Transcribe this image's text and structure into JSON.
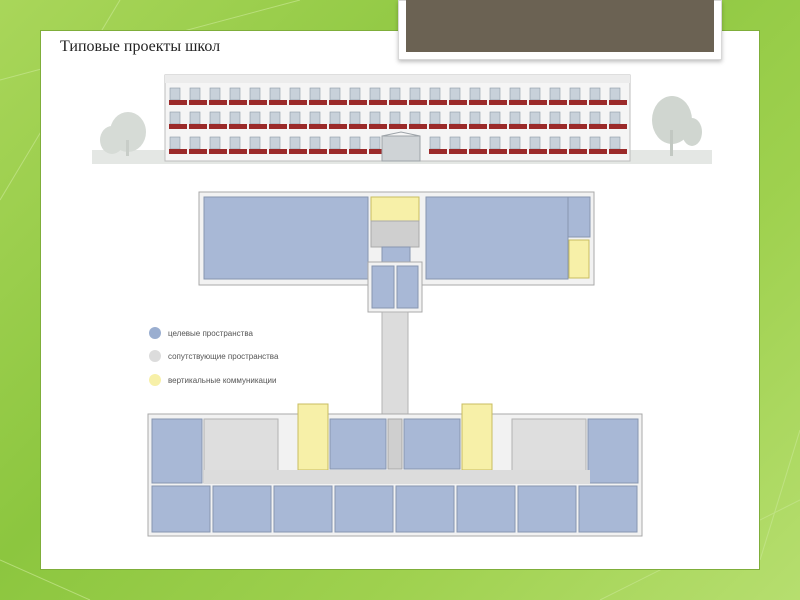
{
  "slide": {
    "title": "Типовые проекты школ"
  },
  "legend": [
    {
      "label": "целевые пространства",
      "color": "#9aaed0"
    },
    {
      "label": "сопутствующие пространства",
      "color": "#dcdcdc"
    },
    {
      "label": "вертикальные коммуникации",
      "color": "#f7f0a8"
    }
  ],
  "colors": {
    "background_green": "#8cc63f",
    "header_box": "#6b6253",
    "facade_brick": "#9b2a2a",
    "room_blue": "#a8b8d6",
    "corridor_grey": "#dcdcdc",
    "stair_yellow": "#f7f0a8"
  }
}
